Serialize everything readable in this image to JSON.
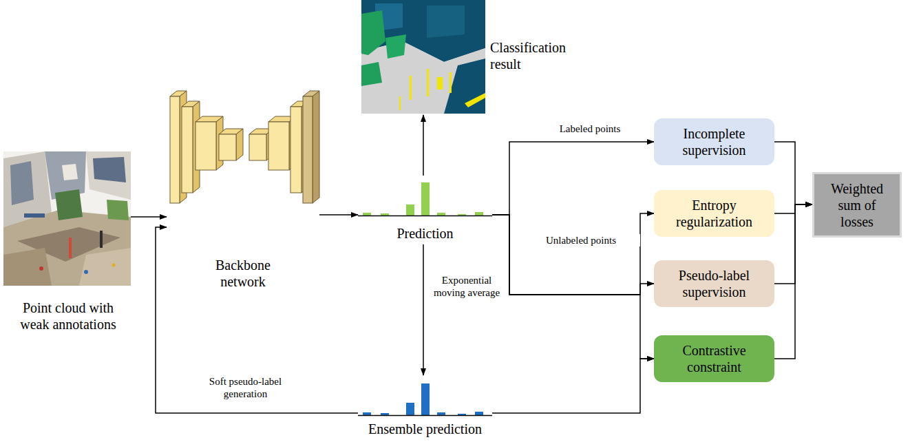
{
  "diagram": {
    "nodes": [
      {
        "text": [
          "Point cloud with weak annotations"
        ]
      },
      {
        "text": [
          "Backbone network"
        ]
      },
      {
        "text": [
          "Prediction"
        ]
      },
      {
        "text": [
          "Classification result"
        ]
      },
      {
        "text": [
          "Ensemble prediction"
        ]
      },
      {
        "text": [
          "Incomplete supervision"
        ]
      },
      {
        "text": [
          "Entropy regularization"
        ]
      },
      {
        "text": [
          "Pseudo-label supervision"
        ]
      },
      {
        "text": [
          "Contrastive constraint"
        ]
      },
      {
        "text": [
          "Weighted sum of losses"
        ]
      }
    ],
    "edges": [
      {
        "from": 0,
        "to": 1,
        "arrow": "to"
      },
      {
        "from": 1,
        "to": 2,
        "arrow": "to"
      },
      {
        "from": 2,
        "to": 3,
        "arrow": "to"
      },
      {
        "from": 2,
        "to": 4,
        "label": "Exponential moving average",
        "arrow": "to"
      },
      {
        "from": 4,
        "to": 1,
        "label": "Soft pseudo-label generation",
        "arrow": "to"
      },
      {
        "from": 2,
        "to": 5,
        "label": "Labeled points",
        "arrow": "to"
      },
      {
        "from": 2,
        "to": 6,
        "label": "Unlabeled points",
        "arrow": "to"
      },
      {
        "from": 2,
        "to": 7,
        "arrow": "to"
      },
      {
        "from": 2,
        "to": 8,
        "arrow": "to"
      },
      {
        "from": 4,
        "to": 8,
        "arrow": "to"
      },
      {
        "from": 5,
        "to": 9,
        "arrow": "to"
      },
      {
        "from": 6,
        "to": 9,
        "arrow": "to"
      },
      {
        "from": 7,
        "to": 9,
        "arrow": "to"
      },
      {
        "from": 8,
        "to": 9,
        "arrow": "to"
      }
    ]
  }
}
